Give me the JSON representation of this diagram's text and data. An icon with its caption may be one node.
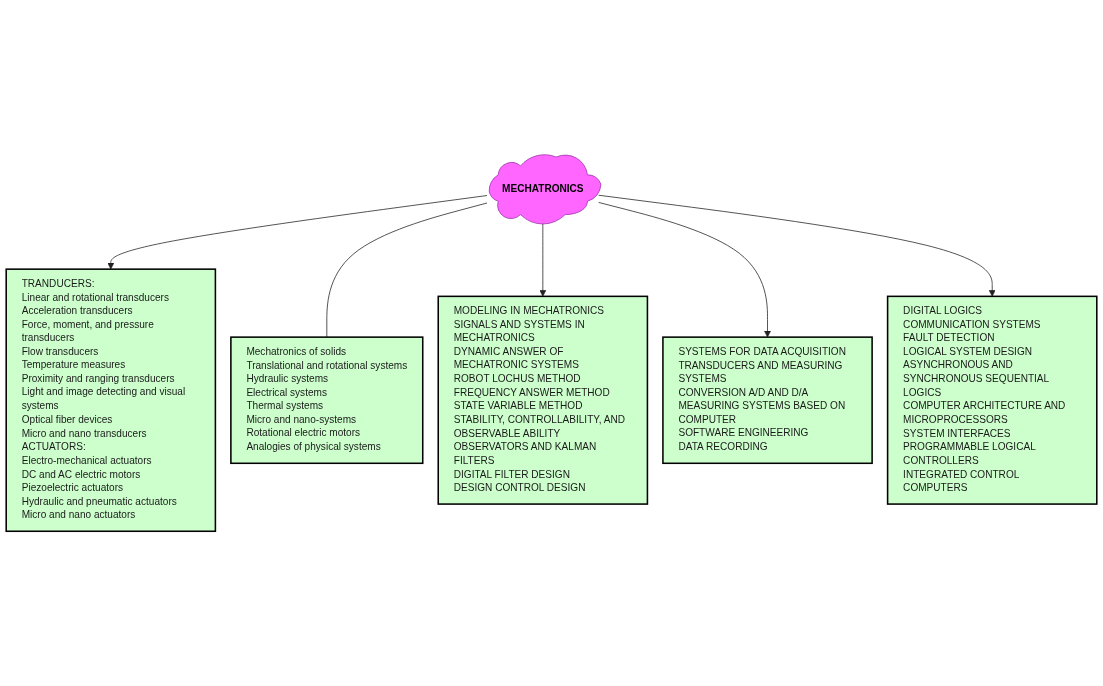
{
  "diagram": {
    "nodes": [
      {
        "text": [
          "TRANDUCERS:",
          "Linear and rotational transducers",
          "Acceleration transducers",
          "Force, moment, and pressure transducers",
          "Flow transducers",
          "Temperature measures",
          "Proximity and ranging transducers",
          "Light and image detecting and visual systems",
          "Optical fiber devices",
          "Micro and nano transducers",
          "ACTUATORS:",
          "Electro-mechanical actuators",
          "DC and AC electric motors",
          "Piezoelectric actuators",
          "Hydraulic and pneumatic actuators",
          "Micro and nano actuators"
        ]
      },
      {
        "text": [
          "Mechatronics of solids",
          "Translational and rotational systems",
          "Hydraulic systems",
          "Electrical systems",
          "Thermal systems",
          "Micro and nano-systems",
          "Rotational electric motors",
          "Analogies of physical systems"
        ]
      },
      {
        "text": [
          "MODELING IN MECHATRONICS",
          "SIGNALS AND SYSTEMS IN MECHATRONICS",
          "DYNAMIC ANSWER OF MECHATRONIC SYSTEMS",
          "ROBOT LOCHUS METHOD",
          "FREQUENCY ANSWER METHOD",
          "STATE VARIABLE METHOD",
          "STABILITY, CONTROLLABILITY, AND OBSERVABLE ABILITY",
          "OBSERVATORS AND KALMAN FILTERS",
          "DIGITAL FILTER DESIGN",
          "DESIGN CONTROL DESIGN"
        ]
      },
      {
        "text": [
          "MECHATRONICS"
        ]
      },
      {
        "text": [
          "SYSTEMS FOR DATA ACQUISITION",
          "TRANSDUCERS AND MEASURING SYSTEMS",
          "CONVERSION A/D AND D/A",
          "MEASURING SYSTEMS BASED ON COMPUTER",
          "SOFTWARE ENGINEERING",
          "DATA RECORDING"
        ]
      },
      {
        "text": [
          "DIGITAL LOGICS",
          "COMMUNICATION SYSTEMS",
          "FAULT DETECTION",
          "LOGICAL SYSTEM DESIGN",
          "ASYNCHRONOUS AND SYNCHRONOUS SEQUENTIAL LOGICS",
          "COMPUTER ARCHITECTURE AND MICROPROCESSORS",
          "SYSTEM INTERFACES",
          "PROGRAMMABLE LOGICAL CONTROLLERS",
          "INTEGRATED CONTROL COMPUTERS"
        ]
      }
    ],
    "edges": [
      {
        "from": 3,
        "to": 0,
        "arrow": "to"
      },
      {
        "from": 3,
        "to": 1,
        "arrow": "none"
      },
      {
        "from": 3,
        "to": 2,
        "arrow": "to"
      },
      {
        "from": 3,
        "to": 4,
        "arrow": "to"
      },
      {
        "from": 3,
        "to": 5,
        "arrow": "to"
      }
    ]
  }
}
